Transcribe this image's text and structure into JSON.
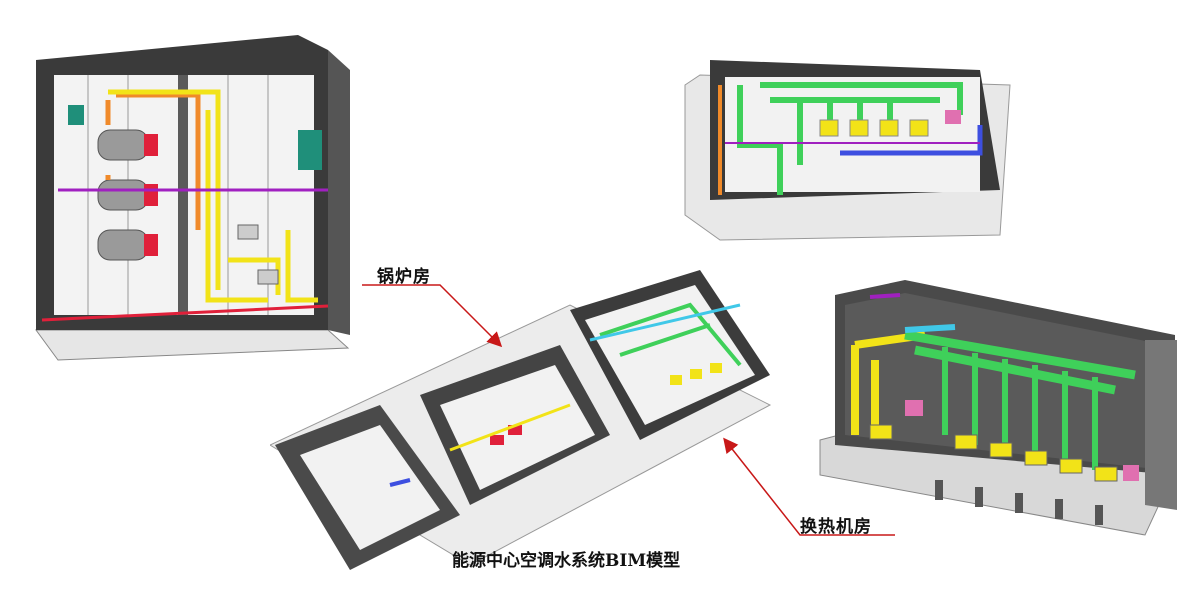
{
  "labels": {
    "boiler_room": "锅炉房",
    "heat_exchange_room": "换热机房",
    "caption": "能源中心空调水系统BIM模型"
  },
  "colors": {
    "wall_dark": "#3a3a3a",
    "floor": "#f2f2f2",
    "pipe_yellow": "#f2e318",
    "pipe_green": "#3fd05a",
    "pipe_orange": "#f08a2a",
    "pipe_blue": "#3d4fe0",
    "pipe_purple": "#a020c0",
    "pipe_cyan": "#40c8e8",
    "equipment_red": "#e0203a",
    "equipment_teal": "#1f8f7a",
    "equipment_pink": "#e070b0",
    "arrow_red": "#c81818"
  }
}
